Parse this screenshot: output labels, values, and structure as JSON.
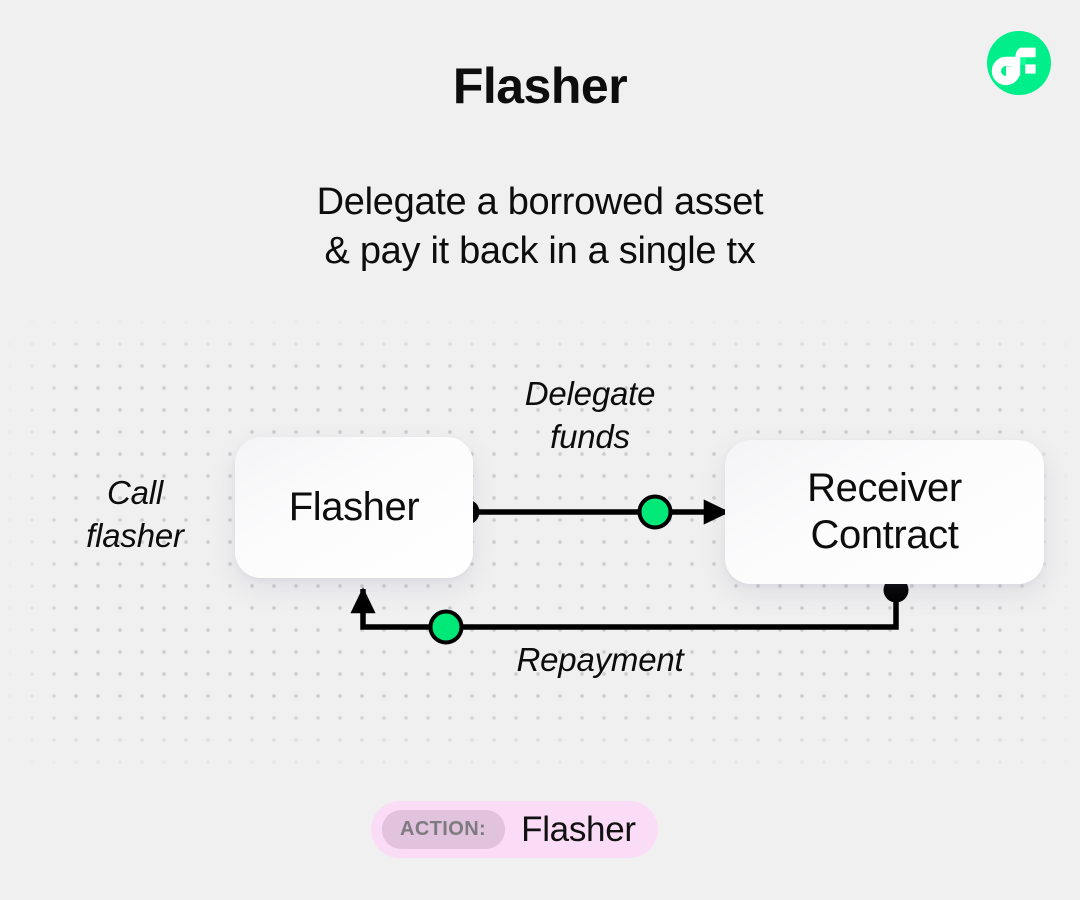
{
  "brand": {
    "logo_icon": "flow-f-logo-icon",
    "logo_color": "#00ef8b",
    "logo_mark_color": "#ffffff"
  },
  "header": {
    "title": "Flasher",
    "subtitle_line1": "Delegate a borrowed asset",
    "subtitle_line2": "& pay it back in a single tx"
  },
  "diagram": {
    "background": "#f0f0f0",
    "dot_color": "#d8d8dc",
    "nodes": [
      {
        "id": "flasher",
        "label": "Flasher"
      },
      {
        "id": "receiver",
        "label_line1": "Receiver",
        "label_line2": "Contract"
      }
    ],
    "edges": [
      {
        "id": "call-flasher",
        "label_line1": "Call",
        "label_line2": "flasher"
      },
      {
        "id": "delegate-funds",
        "label_line1": "Delegate",
        "label_line2": "funds",
        "marker": "green-node",
        "marker_color": "#00e878",
        "endpoint": "black-dot",
        "endpoint_color": "#000000"
      },
      {
        "id": "repayment",
        "label": "Repayment",
        "marker": "green-node",
        "marker_color": "#00e878",
        "endpoint": "black-dot",
        "endpoint_color": "#000000"
      }
    ]
  },
  "action_badge": {
    "chip_label": "ACTION:",
    "value": "Flasher",
    "pill_color": "#fbdcf7",
    "chip_color": "#e2c3de",
    "chip_text_color": "#7d7a80"
  }
}
